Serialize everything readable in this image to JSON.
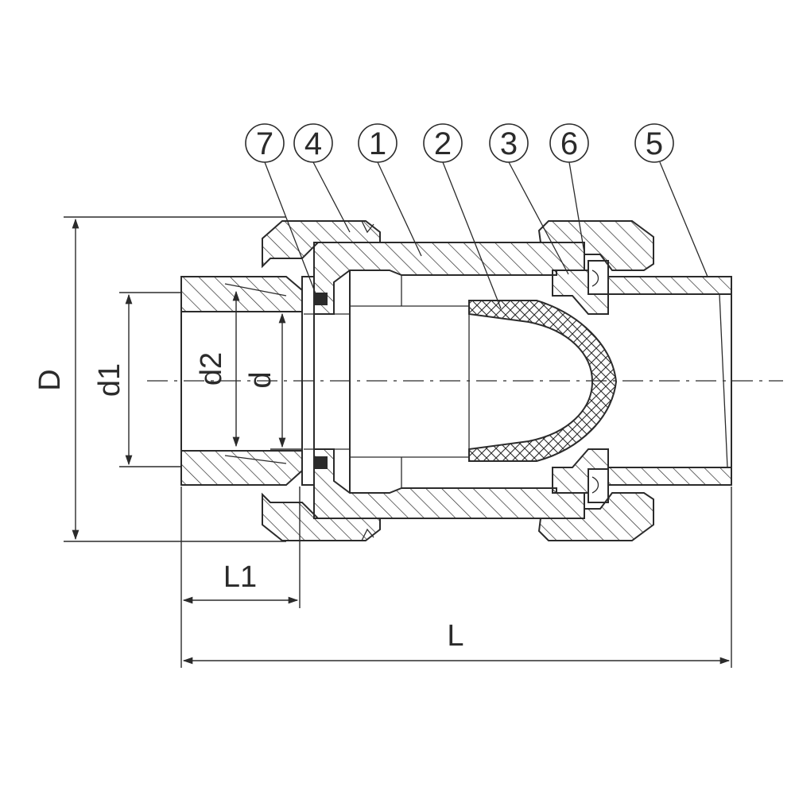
{
  "parts": [
    {
      "number": "7"
    },
    {
      "number": "4"
    },
    {
      "number": "1"
    },
    {
      "number": "2"
    },
    {
      "number": "3"
    },
    {
      "number": "6"
    },
    {
      "number": "5"
    }
  ],
  "dimensions": {
    "D": "D",
    "d1": "d1",
    "d2": "d2",
    "d": "d",
    "L1": "L1",
    "L": "L"
  }
}
